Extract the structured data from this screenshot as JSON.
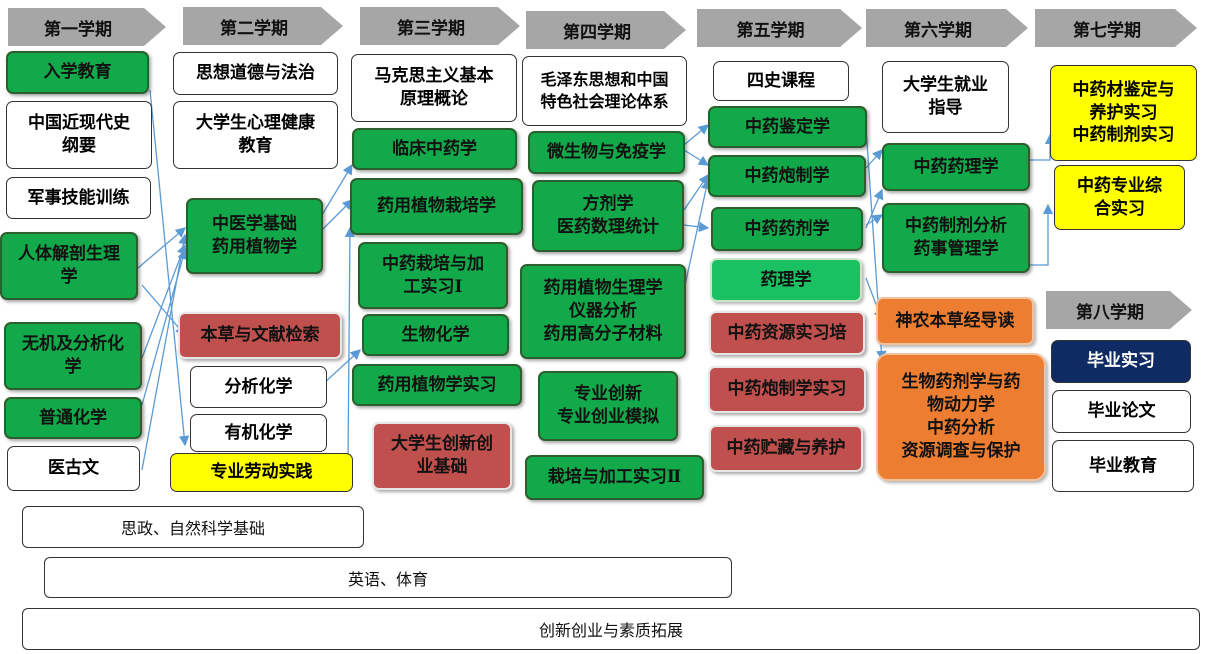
{
  "semesters": [
    "第一学期",
    "第二学期",
    "第三学期",
    "第四学期",
    "第五学期",
    "第六学期",
    "第七学期",
    "第八学期"
  ],
  "courses": {
    "s1": [
      "入学教育",
      "中国近现代史\n纲要",
      "军事技能训练",
      "人体解剖生理\n学",
      "无机及分析化\n学",
      "普通化学",
      "医古文"
    ],
    "s2": [
      "思想道德与法治",
      "大学生心理健康\n教育",
      "中医学基础\n药用植物学",
      "本草与文献检索",
      "分析化学",
      "有机化学",
      "专业劳动实践"
    ],
    "s3": [
      "马克思主义基本\n原理概论",
      "临床中药学",
      "药用植物栽培学",
      "中药栽培与加\n工实习Ⅰ",
      "生物化学",
      "药用植物学实习",
      "大学生创新创\n业基础"
    ],
    "s4": [
      "毛泽东思想和中国\n特色社会理论体系",
      "微生物与免疫学",
      "方剂学\n医药数理统计",
      "药用植物生理学\n仪器分析\n药用高分子材料",
      "专业创新\n专业创业模拟",
      "栽培与加工实习Ⅱ"
    ],
    "s5": [
      "四史课程",
      "中药鉴定学",
      "中药炮制学",
      "中药药剂学",
      "药理学",
      "中药资源实习培",
      "中药炮制学实习",
      "中药贮藏与养护"
    ],
    "s6": [
      "大学生就业\n指导",
      "中药药理学",
      "中药制剂分析\n药事管理学",
      "神农本草经导读",
      "生物药剂学与药\n物动力学\n中药分析\n资源调查与保护"
    ],
    "s7": [
      "中药材鉴定与\n养护实习\n中药制剂实习",
      "中药专业综\n合实习"
    ],
    "s8": [
      "毕业实习",
      "毕业论文",
      "毕业教育"
    ]
  },
  "bands": [
    "思政、自然科学基础",
    "英语、体育",
    "创新创业与素质拓展"
  ],
  "colors": {
    "required": "#12a94a",
    "red": "#c0504d",
    "yellow": "#ffff00",
    "orange": "#ed7d31",
    "navy": "#0f2b63",
    "header": "#a6a6a6",
    "link": "#5b9bd5"
  }
}
